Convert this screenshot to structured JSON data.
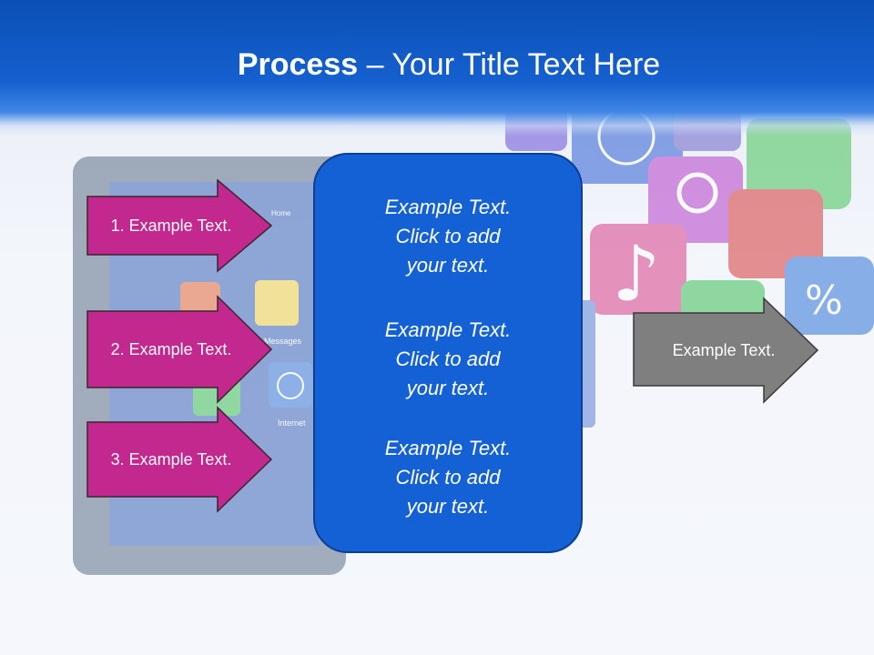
{
  "title": {
    "bold": "Process",
    "dash": " – ",
    "rest": "Your Title Text Here"
  },
  "left_arrows": [
    {
      "label": "1. Example Text."
    },
    {
      "label": "2. Example Text."
    },
    {
      "label": "3. Example Text."
    }
  ],
  "center_box": {
    "blocks": [
      {
        "line1": "Example Text.",
        "line2": "Click  to add",
        "line3": "your text."
      },
      {
        "line1": "Example Text.",
        "line2": "Click  to add",
        "line3": "your text."
      },
      {
        "line1": "Example Text.",
        "line2": "Click  to add",
        "line3": "your text."
      }
    ]
  },
  "right_arrow": {
    "label": "Example Text."
  },
  "background_art": {
    "tablet_labels": {
      "home": "Home",
      "messages": "Messages",
      "internet": "Internet"
    },
    "symbols": {
      "percent": "%",
      "note": "♪"
    }
  },
  "colors": {
    "header": "#0b4fb4",
    "arrow_magenta": "#c2288e",
    "arrow_gray": "#7f7f7f",
    "center_box": "#1461d6"
  }
}
